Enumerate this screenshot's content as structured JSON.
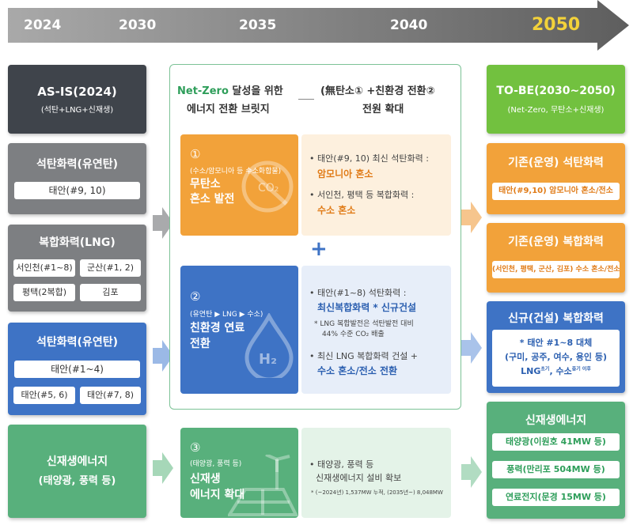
{
  "timeline": {
    "years": [
      "2024",
      "2030",
      "2035",
      "2040",
      "2050"
    ],
    "colors": {
      "bar": "#8a8a8a",
      "final_year": "#f3d23a"
    }
  },
  "left": {
    "asis": {
      "title": "AS-IS(2024)",
      "subtitle": "(석탄+LNG+신재생)"
    },
    "coal1": {
      "title": "석탄화력(유연탄)",
      "items": [
        "태안(#9, 10)"
      ]
    },
    "lng": {
      "title": "복합화력(LNG)",
      "items": [
        "서인천(#1~8)",
        "군산(#1, 2)",
        "평택(2복합)",
        "김포"
      ]
    },
    "coal2": {
      "title": "석탄화력(유연탄)",
      "items": [
        "태안(#1~4)",
        "태안(#5, 6)",
        "태안(#7, 8)"
      ]
    },
    "renew": {
      "title_line1": "신재생에너지",
      "title_line2": "(태양광, 풍력 등)"
    }
  },
  "middle": {
    "header": {
      "left_green": "Net-Zero",
      "left_rest": " 달성을 위한",
      "left_line2": "에너지 전환 브릿지",
      "right_line1": "(無탄소① +친환경 전환②",
      "right_line2": "전원 확대"
    },
    "plus": "+",
    "card1": {
      "num": "①",
      "sub": "(수소/암모니아 등 수소화합물)",
      "line1": "무탄소",
      "line2": "혼소 발전",
      "icon_text": "CO₂",
      "desc": [
        {
          "bullet": "• 태안(#9, 10) 최신 석탄화력 :",
          "strong": "암모니아 혼소"
        },
        {
          "bullet": "• 서인천, 평택 등 복합화력 :",
          "strong": "수소 혼소"
        }
      ]
    },
    "card2": {
      "num": "②",
      "sub": "(유연탄 ▶ LNG ▶ 수소)",
      "line1": "친환경 연료",
      "line2": "전환",
      "icon_text": "H₂",
      "desc": {
        "b1": "• 태안(#1~8) 석탄화력 :",
        "b1_strong": "최신복합화력 * 신규건설",
        "note1": "* LNG 복합발전은 석탄발전 대비",
        "note2": "44% 수준 CO₂ 배출",
        "b2": "• 최신 LNG 복합화력 건설 +",
        "b2_strong": "수소 혼소/전소 전환"
      }
    },
    "card3": {
      "num": "③",
      "sub": "(태양광, 풍력 등)",
      "line1": "신재생",
      "line2": "에너지 확대",
      "desc": {
        "b1": "• 태양광, 풍력 등",
        "b2": "신재생에너지 설비 확보",
        "note": "* (~2024년) 1,537MW 누적, (2035년~) 8,048MW"
      }
    }
  },
  "right": {
    "tobe": {
      "title": "TO-BE(2030~2050)",
      "subtitle": "(Net-Zero, 무탄소+신재생)"
    },
    "coal": {
      "title": "기존(운영) 석탄화력",
      "item": "태안(#9,10) 암모니아 혼소/전소"
    },
    "lng": {
      "title": "기존(운영) 복합화력",
      "item": "(서인천, 평택, 군산, 김포) 수소 혼소/전소"
    },
    "newlng": {
      "title": "신규(건설) 복합화력",
      "line1": "* 태안 #1~8 대체",
      "line2": "(구미, 공주, 여수, 용인 등)",
      "line3_a": "LNG",
      "line3_b": "초기",
      "line3_c": ", 수소",
      "line3_d": "중기 이후"
    },
    "renew": {
      "title": "신재생에너지",
      "items": [
        "태양광(이원호 41MW 등)",
        "풍력(만리포 504MW 등)",
        "연료전지(문경 15MW 등)"
      ]
    }
  },
  "colors": {
    "dark_gray": "#3f444b",
    "gray": "#7d7f82",
    "blue": "#3e73c5",
    "green": "#58b07c",
    "orange": "#f2a23a",
    "light_orange": "#fdf0de",
    "light_blue": "#e7eef9",
    "light_green": "#e4f3e8",
    "tobe_green": "#72c13f",
    "orange_text": "#e07b17",
    "blue_text": "#2b5fb0",
    "green_text": "#2e9e5a"
  }
}
